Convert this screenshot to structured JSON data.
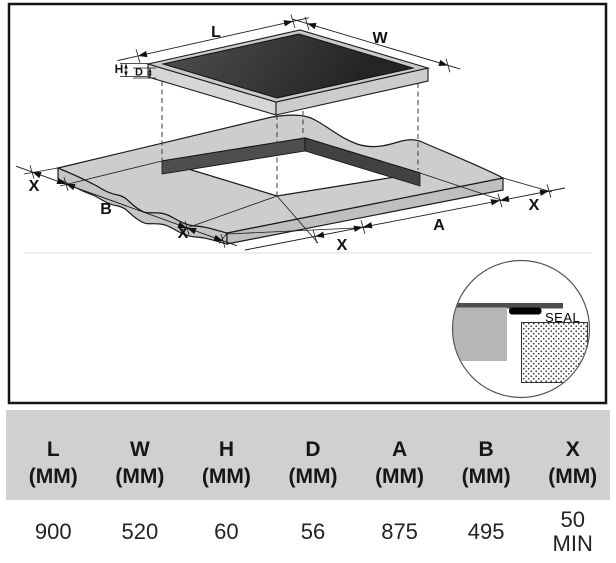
{
  "diagram": {
    "dim_labels": {
      "l": "L",
      "w": "W",
      "h": "H",
      "d": "D",
      "a": "A",
      "b": "B",
      "x": "X"
    },
    "detail": {
      "seal_label": "SEAL"
    }
  },
  "table": {
    "columns": [
      {
        "name": "L",
        "unit": "(MM)",
        "value": "900"
      },
      {
        "name": "W",
        "unit": "(MM)",
        "value": "520"
      },
      {
        "name": "H",
        "unit": "(MM)",
        "value": "60"
      },
      {
        "name": "D",
        "unit": "(MM)",
        "value": "56"
      },
      {
        "name": "A",
        "unit": "(MM)",
        "value": "875"
      },
      {
        "name": "B",
        "unit": "(MM)",
        "value": "495"
      },
      {
        "name": "X",
        "unit": "(MM)",
        "value": "50",
        "value2": "MIN"
      }
    ]
  },
  "colors": {
    "table_header_bg": "#d0d0d0",
    "glass_dark": "#3a3a3a",
    "counter_gray": "#cdcdcd",
    "cutout_wall": "#4e4e4e",
    "line": "#1a1a1a"
  }
}
